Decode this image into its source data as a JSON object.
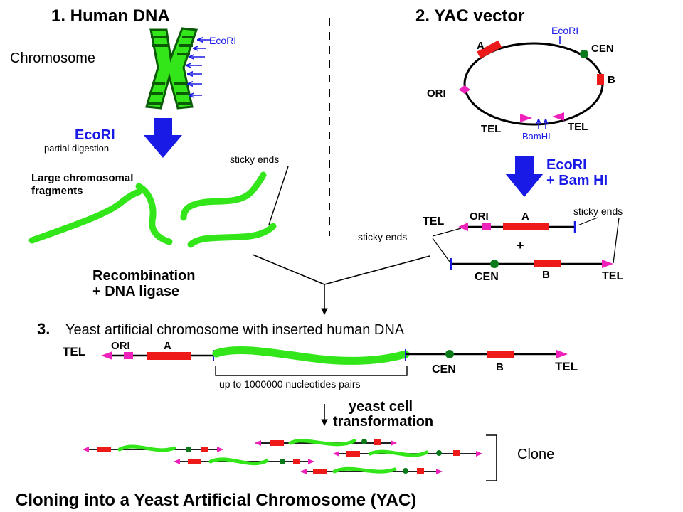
{
  "colors": {
    "dna_green": "#33e61a",
    "chromosome_dark": "#0b5a06",
    "marker_red": "#ee1a1a",
    "telomere_magenta": "#ee22bb",
    "centromere_green": "#0a7a1a",
    "site_blue": "#1a1ae6"
  },
  "section1": {
    "heading": "1. Human DNA",
    "chromosome_label": "Chromosome",
    "ecori_site_label": "EcoRI",
    "digest_enzyme": "EcoRI",
    "digest_note": "partial digestion",
    "fragments_label_line1": "Large chromosomal",
    "fragments_label_line2": "fragments",
    "sticky_ends_label": "sticky ends"
  },
  "section2": {
    "heading": "2. YAC vector",
    "ecori_label": "EcoRI",
    "bamhi_label": "BamHI",
    "tel_left": "TEL",
    "tel_right": "TEL",
    "cen": "CEN",
    "ori": "ORI",
    "marker_a": "A",
    "marker_b": "B",
    "digest_line1": "EcoRI",
    "digest_line2": "+ Bam HI",
    "arm1_tel": "TEL",
    "arm1_ori": "ORI",
    "arm1_a": "A",
    "arm_sticky_right": "sticky ends",
    "arm_sticky_left": "sticky ends",
    "plus": "+",
    "arm2_cen": "CEN",
    "arm2_b": "B",
    "arm2_tel": "TEL"
  },
  "merge": {
    "line1": "Recombination",
    "line2": "+ DNA ligase"
  },
  "section3": {
    "heading_number": "3.",
    "heading_text": "Yeast artificial chromosome with inserted human DNA",
    "tel_left": "TEL",
    "ori": "ORI",
    "a": "A",
    "cen": "CEN",
    "b": "B",
    "tel_right": "TEL",
    "insert_size": "up to 1000000 nucleotides pairs",
    "transform_line1": "yeast cell",
    "transform_line2": "transformation",
    "clone_label": "Clone"
  },
  "footer_title": "Cloning into a Yeast Artificial Chromosome (YAC)"
}
